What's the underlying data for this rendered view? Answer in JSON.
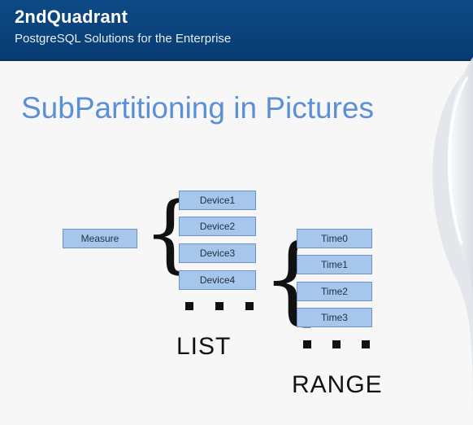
{
  "header": {
    "brand": "2ndQuadrant",
    "tagline": "PostgreSQL Solutions for the Enterprise"
  },
  "slide": {
    "title": "SubPartitioning in Pictures"
  },
  "diagram": {
    "root": "Measure",
    "list_items": [
      "Device1",
      "Device2",
      "Device3",
      "Device4"
    ],
    "list_label": "LIST",
    "range_items": [
      "Time0",
      "Time1",
      "Time2",
      "Time3"
    ],
    "range_label": "RANGE"
  }
}
